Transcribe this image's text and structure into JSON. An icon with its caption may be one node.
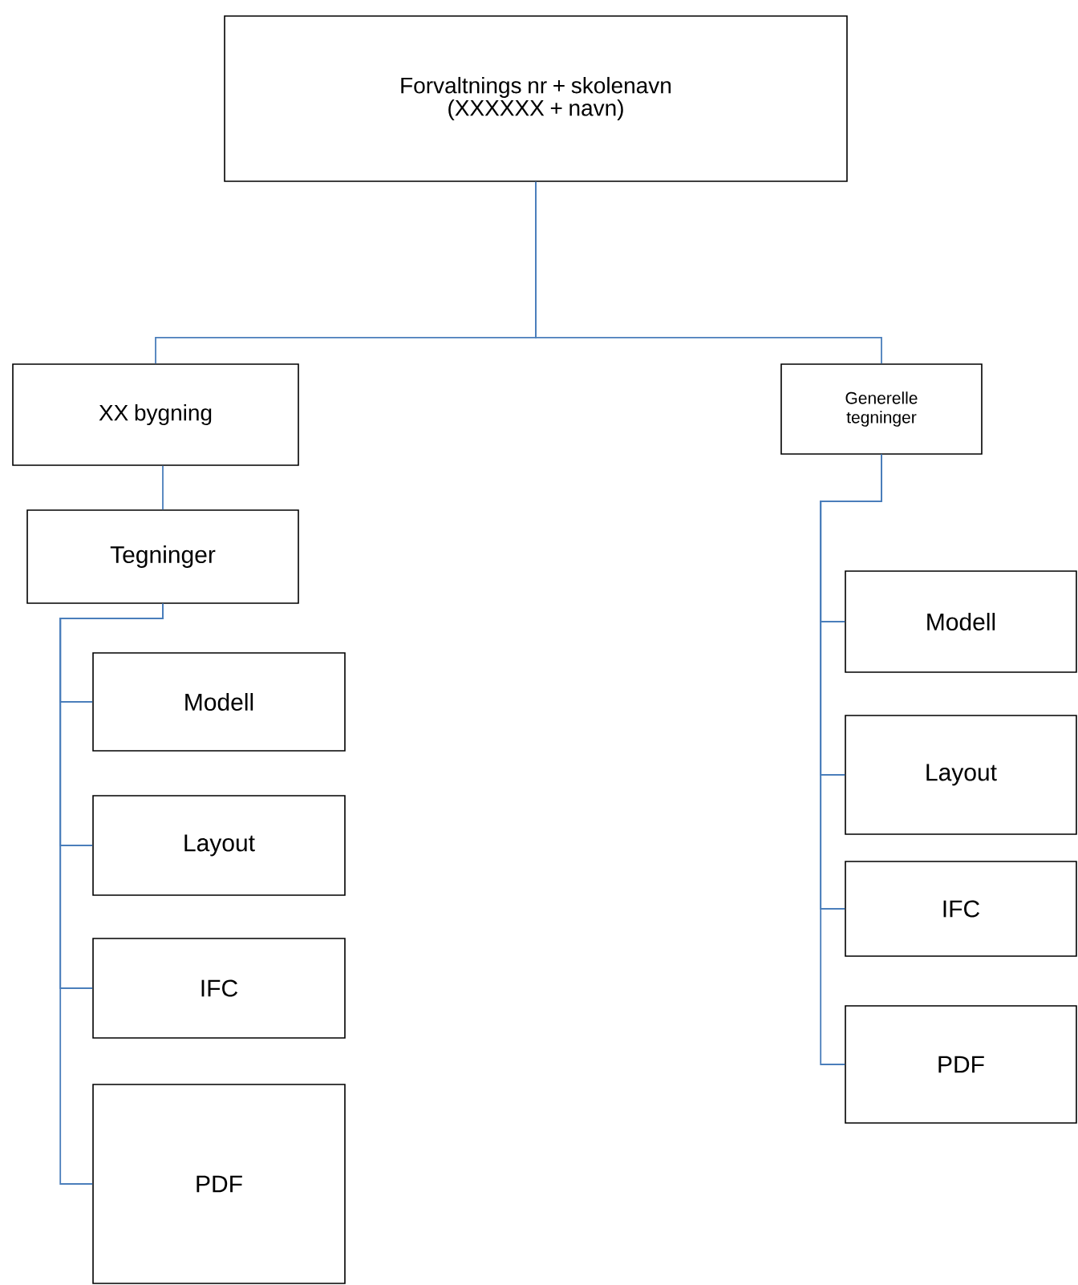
{
  "diagram": {
    "nodes": [
      {
        "text": [
          "Forvaltnings nr + skolenavn (XXXXXX + navn)"
        ]
      },
      {
        "text": [
          "XX bygning"
        ]
      },
      {
        "text": [
          "Generelle tegninger"
        ]
      },
      {
        "text": [
          "Tegninger"
        ]
      },
      {
        "text": [
          "Modell"
        ]
      },
      {
        "text": [
          "Layout"
        ]
      },
      {
        "text": [
          "IFC"
        ]
      },
      {
        "text": [
          "PDF"
        ]
      },
      {
        "text": [
          "Modell"
        ]
      },
      {
        "text": [
          "Layout"
        ]
      },
      {
        "text": [
          "IFC"
        ]
      },
      {
        "text": [
          "PDF"
        ]
      }
    ],
    "edges": [
      {
        "from": 0,
        "to": 1,
        "arrow": "none"
      },
      {
        "from": 0,
        "to": 2,
        "arrow": "none"
      },
      {
        "from": 1,
        "to": 3,
        "arrow": "none"
      },
      {
        "from": 3,
        "to": 4,
        "arrow": "none"
      },
      {
        "from": 3,
        "to": 5,
        "arrow": "none"
      },
      {
        "from": 3,
        "to": 6,
        "arrow": "none"
      },
      {
        "from": 3,
        "to": 7,
        "arrow": "none"
      },
      {
        "from": 2,
        "to": 8,
        "arrow": "none"
      },
      {
        "from": 2,
        "to": 9,
        "arrow": "none"
      },
      {
        "from": 2,
        "to": 10,
        "arrow": "none"
      },
      {
        "from": 2,
        "to": 11,
        "arrow": "none"
      }
    ]
  }
}
